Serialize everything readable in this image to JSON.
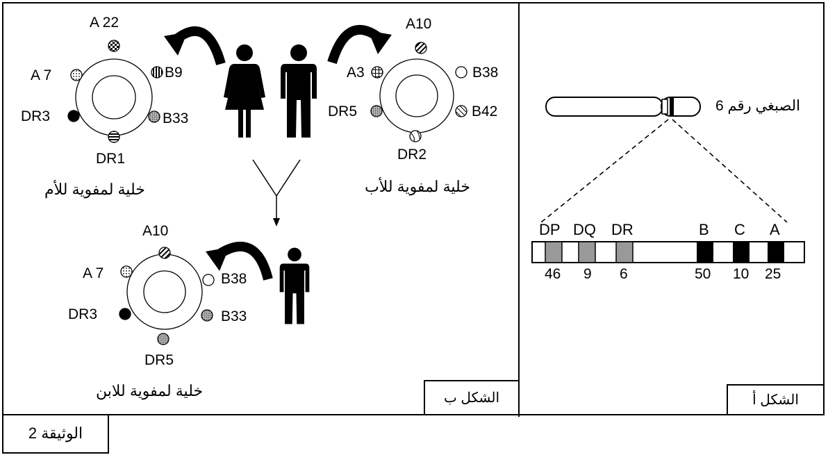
{
  "document_label": "الوثيقة 2",
  "panel_a": {
    "label": "الشكل أ",
    "chromosome_label": "الصبغي رقم 6",
    "genes": [
      {
        "name": "DP",
        "count": "46"
      },
      {
        "name": "DQ",
        "count": "9"
      },
      {
        "name": "DR",
        "count": "6"
      },
      {
        "name": "B",
        "count": "50"
      },
      {
        "name": "C",
        "count": "10"
      },
      {
        "name": "A",
        "count": "25"
      }
    ]
  },
  "panel_b": {
    "label": "الشكل ب",
    "mother_cell": {
      "caption": "خلية لمفوية للأم",
      "antigens": {
        "top": "A 22",
        "upper_left": "A 7",
        "upper_right": "B9",
        "lower_left": "DR3",
        "lower_right": "B33",
        "bottom": "DR1"
      }
    },
    "father_cell": {
      "caption": "خلية لمفوية للأب",
      "antigens": {
        "top": "A10",
        "upper_left": "A3",
        "upper_right": "B38",
        "lower_left": "DR5",
        "lower_right": "B42",
        "bottom": "DR2"
      }
    },
    "son_cell": {
      "caption": "خلية لمفوية للابن",
      "antigens": {
        "top": "A10",
        "upper_left": "A 7",
        "upper_right": "B38",
        "lower_left": "DR3",
        "lower_right": "B33",
        "bottom": "DR5"
      }
    }
  }
}
